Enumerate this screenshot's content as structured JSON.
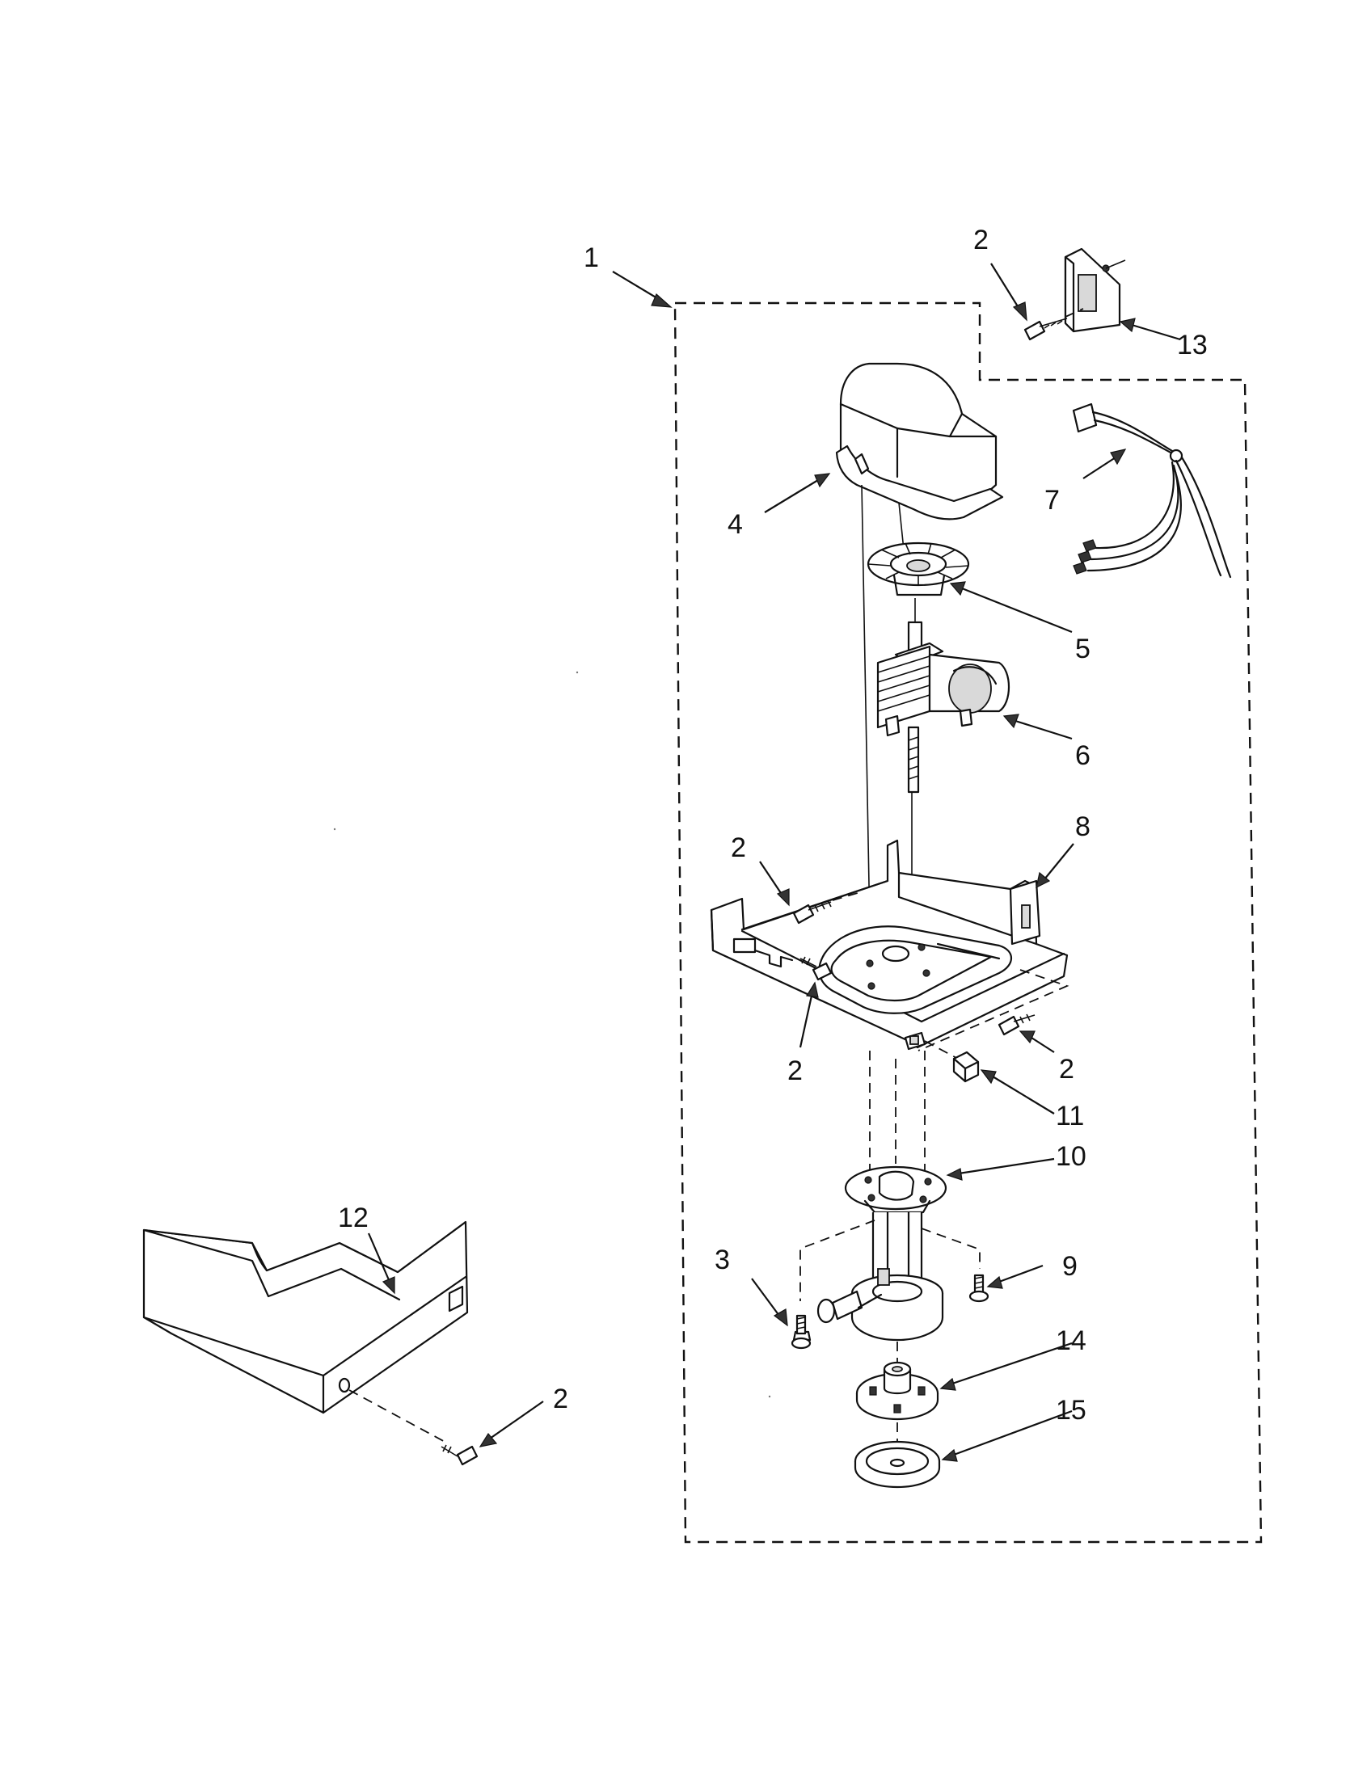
{
  "callouts": [
    {
      "id": "c1",
      "label": "1"
    },
    {
      "id": "c2a",
      "label": "2"
    },
    {
      "id": "c13",
      "label": "13"
    },
    {
      "id": "c4",
      "label": "4"
    },
    {
      "id": "c7",
      "label": "7"
    },
    {
      "id": "c5",
      "label": "5"
    },
    {
      "id": "c6",
      "label": "6"
    },
    {
      "id": "c2b",
      "label": "2"
    },
    {
      "id": "c8",
      "label": "8"
    },
    {
      "id": "c2c",
      "label": "2"
    },
    {
      "id": "c2d",
      "label": "2"
    },
    {
      "id": "c11",
      "label": "11"
    },
    {
      "id": "c10",
      "label": "10"
    },
    {
      "id": "c12",
      "label": "12"
    },
    {
      "id": "c3",
      "label": "3"
    },
    {
      "id": "c9",
      "label": "9"
    },
    {
      "id": "c14",
      "label": "14"
    },
    {
      "id": "c2e",
      "label": "2"
    },
    {
      "id": "c15",
      "label": "15"
    }
  ]
}
